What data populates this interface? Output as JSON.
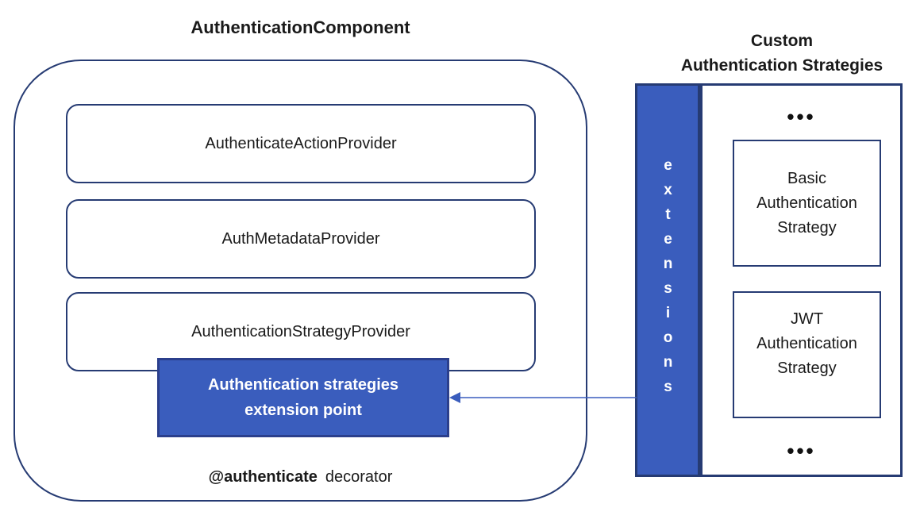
{
  "left_panel": {
    "title": "AuthenticationComponent",
    "providers": [
      {
        "label": "AuthenticateActionProvider"
      },
      {
        "label": "AuthMetadataProvider"
      },
      {
        "label": "AuthenticationStrategyProvider"
      }
    ],
    "extension_point_label": "Authentication strategies\nextension point",
    "decorator_bold": "@authenticate",
    "decorator_regular": "decorator"
  },
  "right_panel": {
    "title": "Custom\nAuthentication Strategies",
    "extensions_label": "extensions",
    "ellipsis_top": "•••",
    "ellipsis_bottom": "•••",
    "strategies": [
      {
        "label": "Basic\nAuthentication\nStrategy"
      },
      {
        "label": "JWT\nAuthentication\nStrategy"
      }
    ]
  },
  "colors": {
    "accent_blue_fill": "#3A5DBD",
    "accent_blue_border": "#2B3F8C",
    "outline_navy": "#263B73",
    "text_dark": "#1a1a1a",
    "text_white": "#ffffff"
  }
}
